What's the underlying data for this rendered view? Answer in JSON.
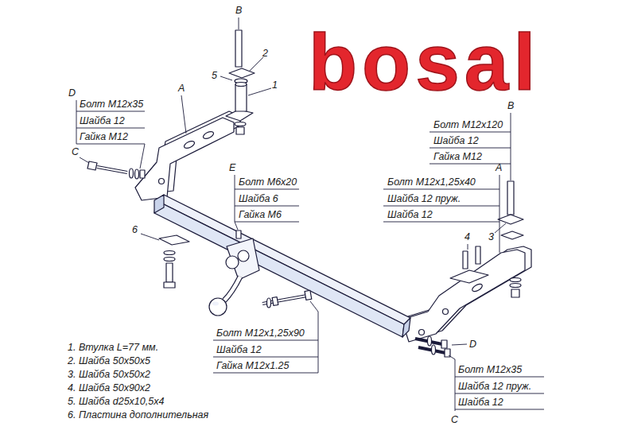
{
  "diagram": {
    "title": "bosal",
    "labels": [
      "B",
      "2",
      "5",
      "1",
      "A",
      "D",
      "Болт М12х35",
      "Шайба 12",
      "Гайка М12",
      "C",
      "E",
      "Болт М6х20",
      "Шайба 6",
      "Гайка М6",
      "6",
      "B",
      "Болт М12х120",
      "Шайба 12",
      "Гайка М12",
      "A",
      "Болт М12х1,25х40",
      "Шайба 12 пруж.",
      "Шайба 12",
      "4",
      "3",
      "Болт М12х1,25х90",
      "Шайба 12",
      "Гайка М12х1.25",
      "D",
      "Болт М12х35",
      "Шайба 12 пруж.",
      "Шайба 12",
      "C",
      "1. Втулка L=77 мм.",
      "2. Шайба 50х50х5",
      "3. Шайба 50х50х2",
      "4. Шайба 50х90х2",
      "5. Шайба d25х10,5х4",
      "6. Пластина дополнительная"
    ]
  }
}
